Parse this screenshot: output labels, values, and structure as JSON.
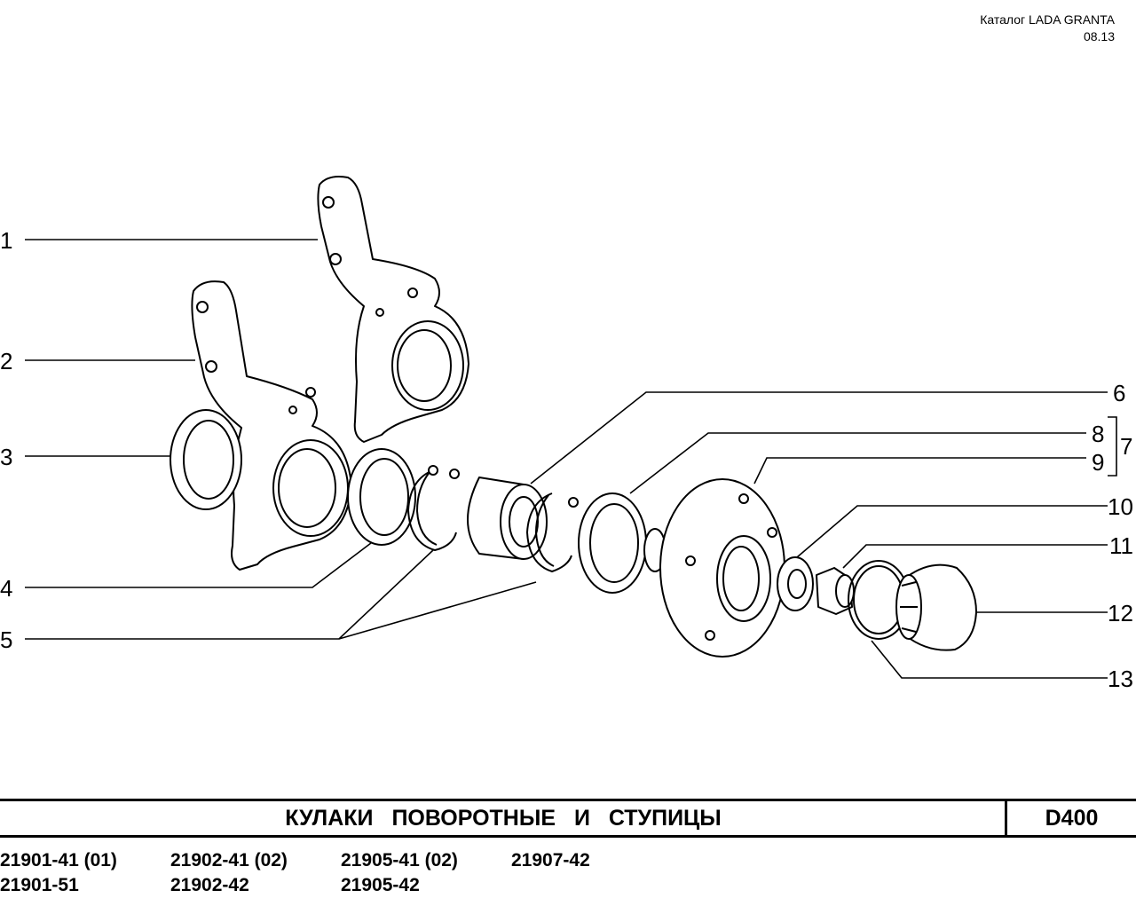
{
  "header": {
    "catalog": "Каталог  LADA  GRANTA",
    "date": "08.13"
  },
  "callouts": [
    "1",
    "2",
    "3",
    "4",
    "5",
    "6",
    "7",
    "8",
    "9",
    "10",
    "11",
    "12",
    "13"
  ],
  "title": {
    "text": "КУЛАКИ  ПОВОРОТНЫЕ  И  СТУПИЦЫ",
    "code": "D400"
  },
  "models": [
    "21901-41 (01)",
    "21902-41 (02)",
    "21905-41 (02)",
    "21907-42",
    "21901-51",
    "21902-42",
    "21905-42"
  ]
}
